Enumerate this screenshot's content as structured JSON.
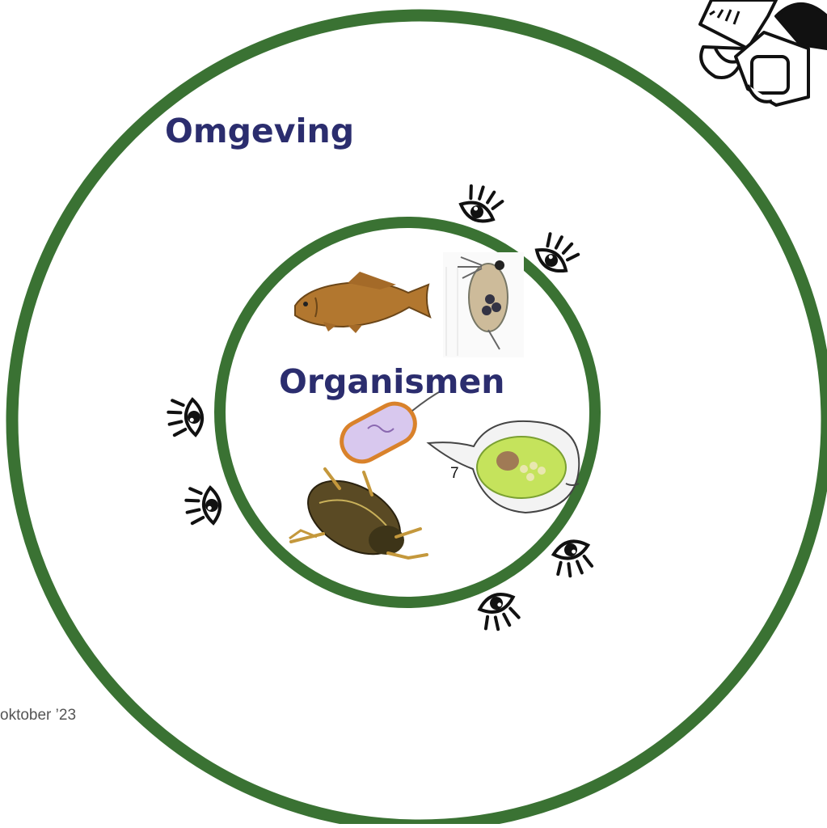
{
  "colors": {
    "ring": "#3a7233",
    "label": "#2b2d6e",
    "footer": "#555555"
  },
  "labels": {
    "outer": "Omgeving",
    "inner": "Organismen"
  },
  "figure_number": "7",
  "footer": {
    "date": "oktober ’23"
  },
  "icons": {
    "logo": "microscope-icon",
    "observer": "eye-icon",
    "organisms": [
      "fish-icon",
      "water-flea-icon",
      "bacterium-icon",
      "alga-cell-icon",
      "water-beetle-icon"
    ]
  }
}
